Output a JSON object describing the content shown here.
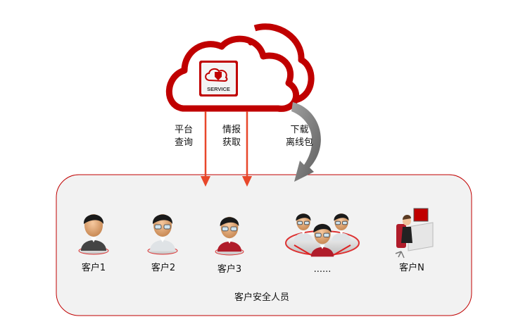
{
  "cloud": {
    "logo_text": "SERVICE"
  },
  "arrows": [
    {
      "line1": "平台",
      "line2": "查询"
    },
    {
      "line1": "情报",
      "line2": "获取"
    },
    {
      "line1": "下载",
      "line2": "离线包"
    }
  ],
  "clients": [
    {
      "label": "客户1",
      "shirt": "#444444",
      "glasses": false
    },
    {
      "label": "客户2",
      "shirt": "#dfe3e6",
      "glasses": true
    },
    {
      "label": "客户3",
      "shirt": "#b01c2a",
      "glasses": true
    },
    {
      "label": "......",
      "shirt": "#b01c2a",
      "glasses": true
    },
    {
      "label": "客户N",
      "shirt": "#b01c2a",
      "glasses": false
    }
  ],
  "group_label": "客户安全人员",
  "colors": {
    "brand": "#c00000",
    "arrow": "#e8472a",
    "panel": "#f2f2f2",
    "curve_arrow": "#7a7a7a"
  }
}
